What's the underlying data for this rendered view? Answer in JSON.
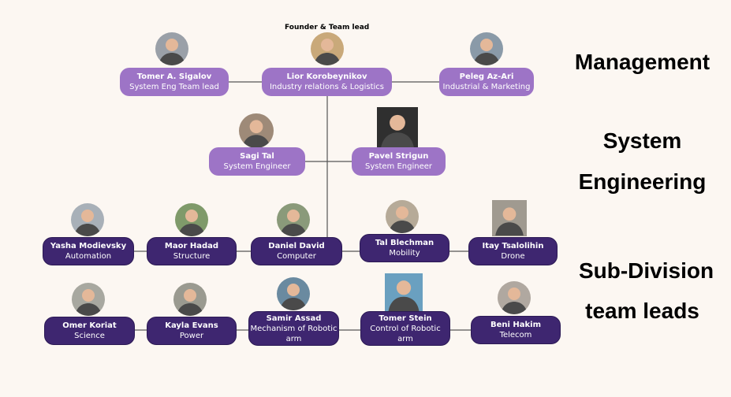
{
  "note": "Founder & Team lead",
  "sections": [
    "Management",
    "System",
    "Engineering",
    "Sub-Division",
    "team leads"
  ],
  "management": [
    {
      "name": "Tomer A. Sigalov",
      "role": "System Eng Team lead"
    },
    {
      "name": "Lior Korobeynikov",
      "role": "Industry relations & Logistics"
    },
    {
      "name": "Peleg Az-Ari",
      "role": "Industrial & Marketing"
    }
  ],
  "system": [
    {
      "name": "Sagi Tal",
      "role": "System Engineer"
    },
    {
      "name": "Pavel Strigun",
      "role": "System Engineer"
    }
  ],
  "row1": [
    {
      "name": "Yasha Modievsky",
      "role": "Automation"
    },
    {
      "name": "Maor Hadad",
      "role": "Structure"
    },
    {
      "name": "Daniel David",
      "role": "Computer"
    },
    {
      "name": "Tal Blechman",
      "role": "Mobility"
    },
    {
      "name": "Itay Tsalolihin",
      "role": "Drone"
    }
  ],
  "row2": [
    {
      "name": "Omer Koriat",
      "role": "Science"
    },
    {
      "name": "Kayla Evans",
      "role": "Power"
    },
    {
      "name": "Samir Assad",
      "role": "Mechanism of Robotic arm"
    },
    {
      "name": "Tomer Stein",
      "role": "Control of Robotic arm"
    },
    {
      "name": "Beni Hakim",
      "role": "Telecom"
    }
  ],
  "colors": {
    "light_node": "#9d74c6",
    "dark_node": "#3e2670",
    "line": "#555555",
    "background": "#fcf7f2"
  }
}
